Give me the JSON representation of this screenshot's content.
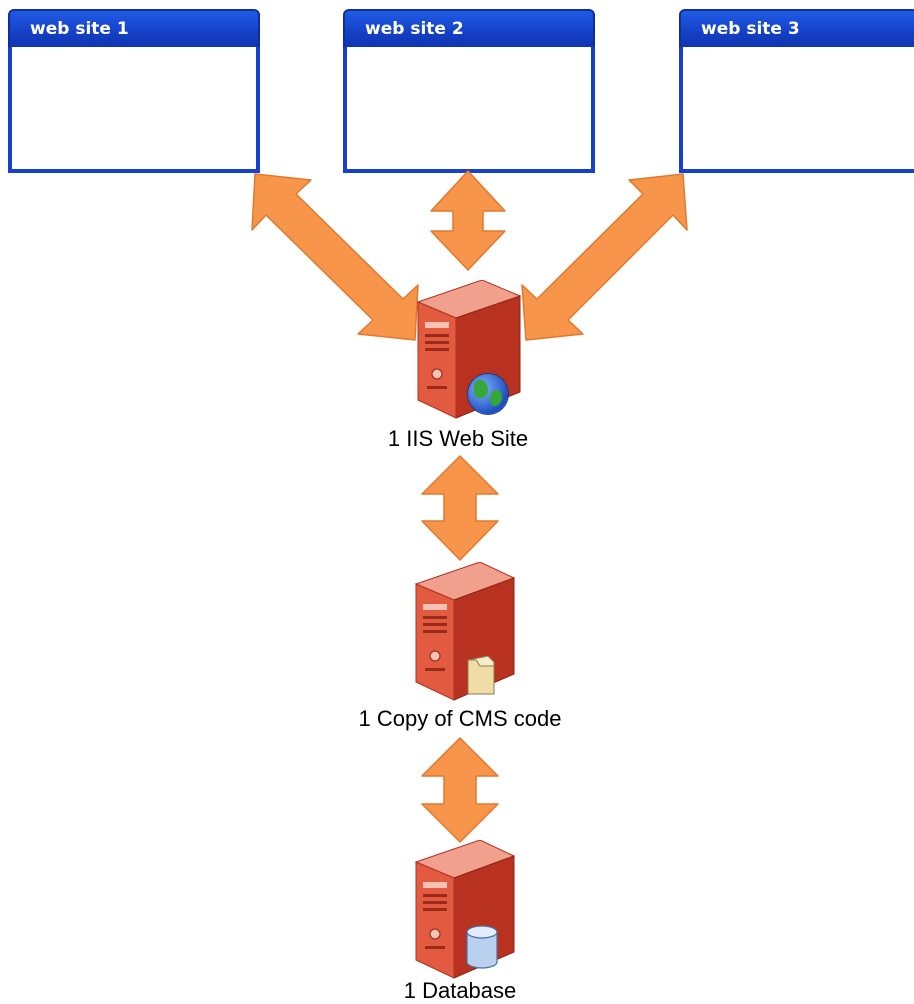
{
  "windows": [
    {
      "title": "web site 1"
    },
    {
      "title": "web site 2"
    },
    {
      "title": "web site 3"
    }
  ],
  "nodes": {
    "iis": {
      "label": "1 IIS Web Site",
      "icon": "globe-icon"
    },
    "cms": {
      "label": "1 Copy of CMS code",
      "icon": "folder-icon"
    },
    "db": {
      "label": "1 Database",
      "icon": "database-icon"
    }
  },
  "colors": {
    "arrow": "#f7954a",
    "window_border": "#1740cc",
    "server": "#d9442b"
  }
}
